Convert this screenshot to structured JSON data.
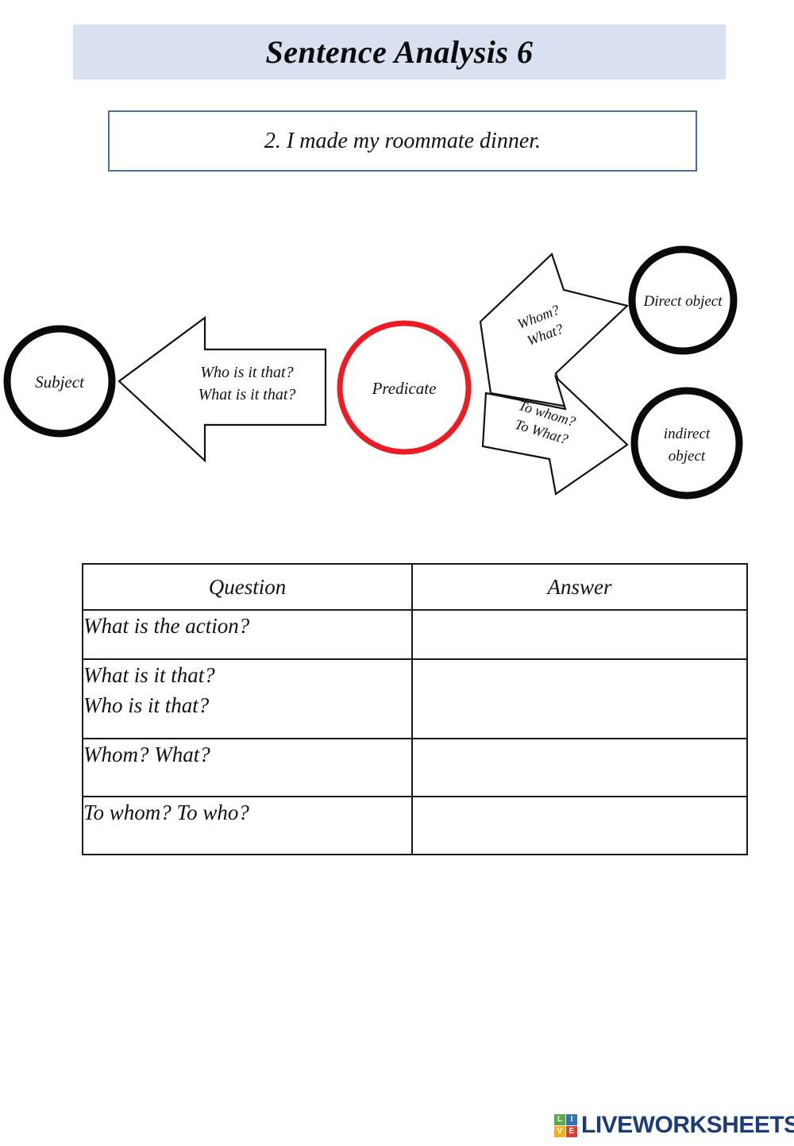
{
  "page": {
    "title": "Sentence Analysis 6",
    "banner_color": "#d9e0f0"
  },
  "prompt": {
    "sentence": "2. I made my roommate dinner.",
    "border_color": "#4a6e9e"
  },
  "diagram": {
    "nodes": {
      "subject": {
        "label": "Subject",
        "outline_color": "#0a0a0a"
      },
      "predicate": {
        "label": "Predicate",
        "outline_color": "#ed1c24"
      },
      "direct_object": {
        "label": "Direct object",
        "outline_color": "#0a0a0a"
      },
      "indirect_object": {
        "label_line1": "indirect",
        "label_line2": "object",
        "outline_color": "#0a0a0a"
      }
    },
    "arrows": {
      "to_subject": {
        "line1": "Who is it that?",
        "line2": "What is it that?"
      },
      "to_direct_object": {
        "line1": "Whom?",
        "line2": "What?"
      },
      "to_indirect_object": {
        "line1": "To whom?",
        "line2": "To What?"
      }
    }
  },
  "qa_table": {
    "headers": {
      "question": "Question",
      "answer": "Answer"
    },
    "rows": [
      {
        "question_line1": "What is the action?",
        "question_line2": "",
        "answer": ""
      },
      {
        "question_line1": "What is it that?",
        "question_line2": "Who is it that?",
        "answer": ""
      },
      {
        "question_line1": "Whom? What?",
        "question_line2": "",
        "answer": ""
      },
      {
        "question_line1": "To whom? To who?",
        "question_line2": "",
        "answer": ""
      }
    ]
  },
  "footer": {
    "logo_letters": [
      "L",
      "I",
      "V",
      "E"
    ],
    "wordmark": "LIVEWORKSHEETS",
    "wordmark_color": "#1c3c78"
  }
}
